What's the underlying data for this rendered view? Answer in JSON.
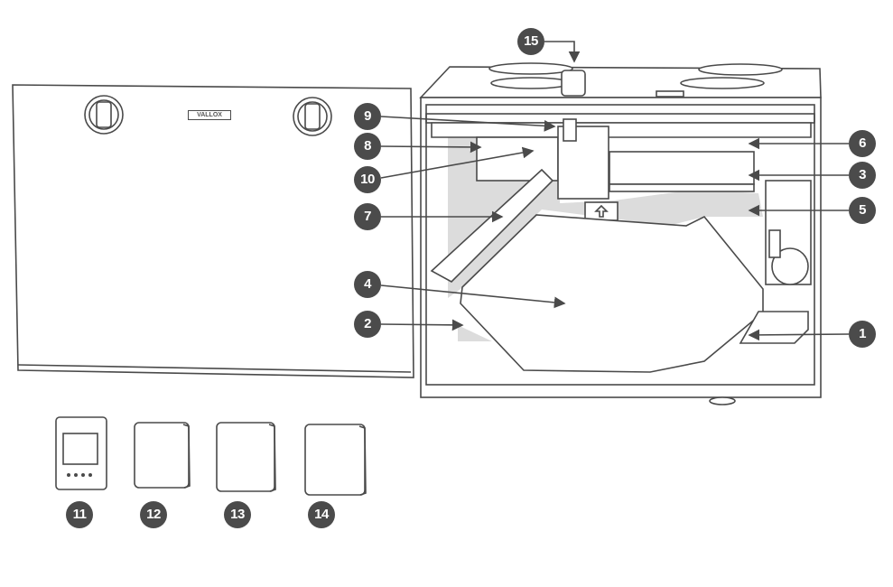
{
  "brand_logo": "VALLOX",
  "callouts": [
    {
      "id": "1",
      "label": "1"
    },
    {
      "id": "2",
      "label": "2"
    },
    {
      "id": "3",
      "label": "3"
    },
    {
      "id": "4",
      "label": "4"
    },
    {
      "id": "5",
      "label": "5"
    },
    {
      "id": "6",
      "label": "6"
    },
    {
      "id": "7",
      "label": "7"
    },
    {
      "id": "8",
      "label": "8"
    },
    {
      "id": "9",
      "label": "9"
    },
    {
      "id": "10",
      "label": "10"
    },
    {
      "id": "11",
      "label": "11"
    },
    {
      "id": "12",
      "label": "12"
    },
    {
      "id": "13",
      "label": "13"
    },
    {
      "id": "14",
      "label": "14"
    },
    {
      "id": "15",
      "label": "15"
    }
  ],
  "colors": {
    "callout": "#4b4b4b",
    "line": "#4a4a4a",
    "shade": "#dcdcdc"
  }
}
